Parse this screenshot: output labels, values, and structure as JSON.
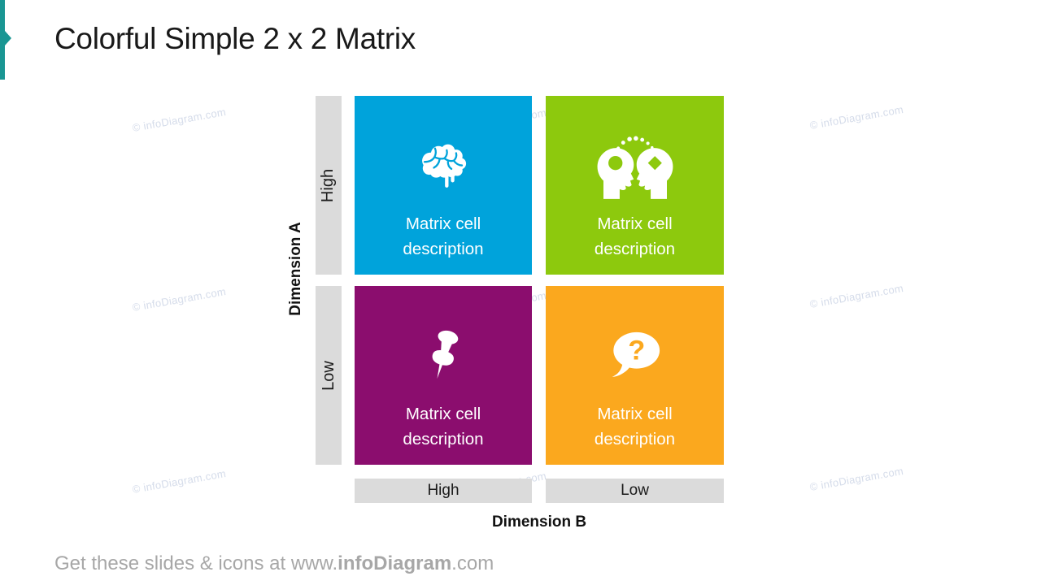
{
  "slide": {
    "title": "Colorful Simple 2 x 2 Matrix",
    "accent_color": "#1A9693",
    "background_color": "#FFFFFF"
  },
  "matrix": {
    "cells": [
      {
        "position": "top-left",
        "color": "#00A3DB",
        "icon": "brain-icon",
        "label": "Matrix cell description"
      },
      {
        "position": "top-right",
        "color": "#8DC90D",
        "icon": "talking-heads-icon",
        "label": "Matrix cell description"
      },
      {
        "position": "bottom-left",
        "color": "#8B0D6E",
        "icon": "push-pin-icon",
        "label": "Matrix cell description"
      },
      {
        "position": "bottom-right",
        "color": "#FBA81E",
        "icon": "question-bubble-icon",
        "label": "Matrix cell description"
      }
    ],
    "y_axis": {
      "label": "Dimension A",
      "high": "High",
      "low": "Low"
    },
    "x_axis": {
      "label": "Dimension B",
      "high": "High",
      "low": "Low"
    },
    "axis_bar_color": "#DBDBDB"
  },
  "watermark": {
    "text": "© infoDiagram.com"
  },
  "footer": {
    "prefix": "Get these slides & icons at www.",
    "brand": "infoDiagram",
    "suffix": ".com"
  }
}
